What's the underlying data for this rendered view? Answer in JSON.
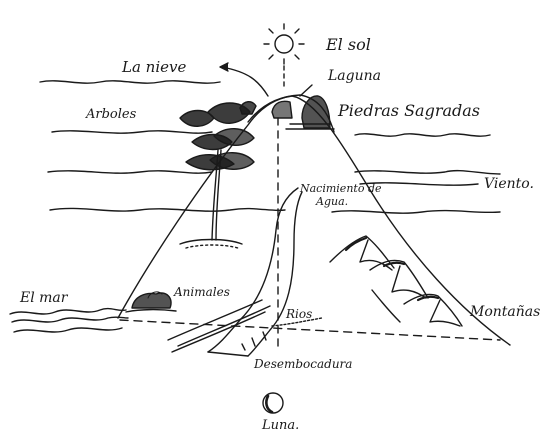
{
  "labels": {
    "sun": "El sol",
    "snow": "La nieve",
    "lagoon": "Laguna",
    "trees": "Arboles",
    "sacred_stones": "Piedras Sagradas",
    "wind": "Viento.",
    "spring_line1": "Nacimiento de",
    "spring_line2": "Agua.",
    "sea": "El mar",
    "animals": "Animales",
    "rivers": "Rios",
    "mountains": "Montañas",
    "river_mouth": "Desembocadura",
    "moon": "Luna."
  },
  "colors": {
    "ink": "#1a1a1a",
    "paper": "#ffffff"
  }
}
